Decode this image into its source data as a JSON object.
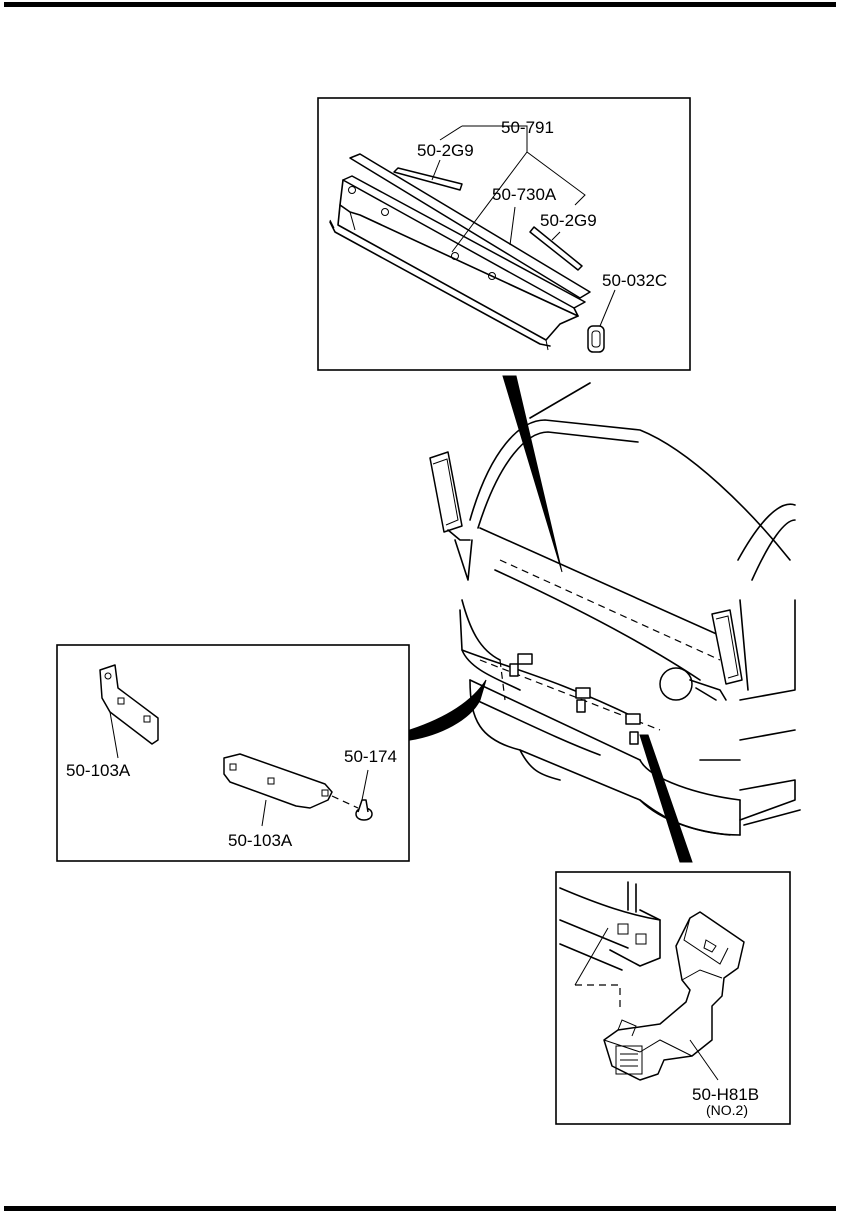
{
  "callouts": {
    "cowl_assembly": "50-791",
    "molding_left": "50-2G9",
    "cowl_grille": "50-730A",
    "molding_right": "50-2G9",
    "cowl_clip": "50-032C",
    "bracket_upper": "50-103A",
    "bracket_lower": "50-103A",
    "fastener": "50-174",
    "harness_clip": "50-H81B",
    "harness_clip_note": "(NO.2)"
  }
}
